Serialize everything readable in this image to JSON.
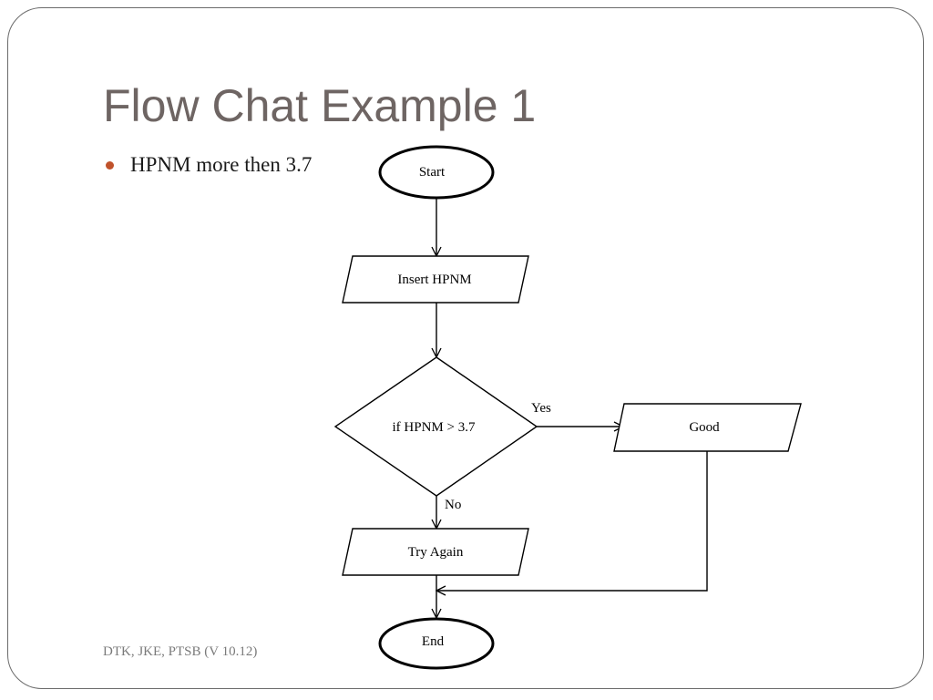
{
  "slide": {
    "title": "Flow Chat Example 1",
    "bullet": "HPNM more then 3.7",
    "footer": "DTK, JKE, PTSB (V 10.12)",
    "accent_color": "#c0522b",
    "title_color": "#6e6563"
  },
  "flowchart": {
    "nodes": {
      "start": {
        "shape": "ellipse",
        "label": "Start"
      },
      "insert": {
        "shape": "parallelogram",
        "label": "Insert HPNM"
      },
      "decision": {
        "shape": "diamond",
        "label": "if HPNM > 3.7"
      },
      "good": {
        "shape": "parallelogram",
        "label": "Good"
      },
      "try_again": {
        "shape": "parallelogram",
        "label": "Try Again"
      },
      "end": {
        "shape": "ellipse",
        "label": "End"
      }
    },
    "edges": {
      "yes_label": "Yes",
      "no_label": "No"
    }
  }
}
